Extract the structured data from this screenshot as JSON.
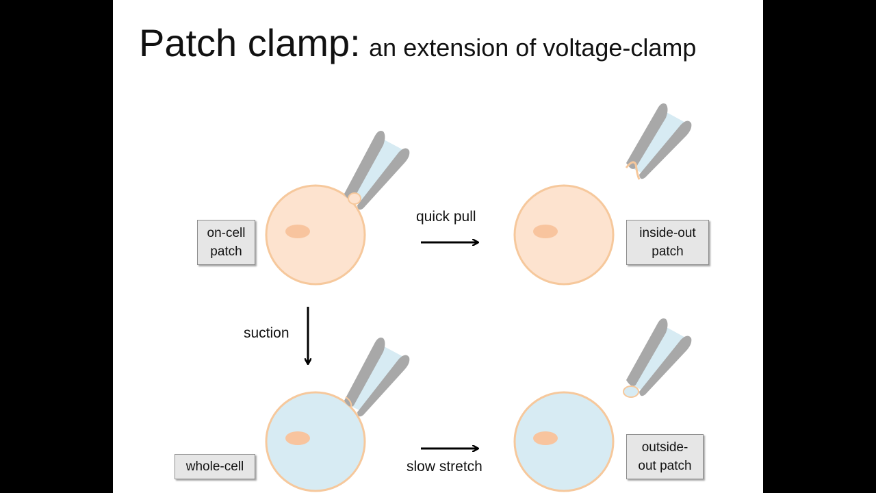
{
  "title": {
    "main": "Patch clamp:",
    "sub": "an extension of voltage-clamp"
  },
  "labels": {
    "on_cell": [
      "on-cell",
      "patch"
    ],
    "inside_out": [
      "inside-out",
      "patch"
    ],
    "whole_cell": "whole-cell",
    "outside_out": [
      "outside-",
      "out patch"
    ]
  },
  "arrows": {
    "quick_pull": "quick pull",
    "suction": "suction",
    "slow_stretch": "slow stretch"
  },
  "colors": {
    "cell_fill_orange": "#fde3cf",
    "cell_fill_blue": "#d7ebf3",
    "cell_outline": "#f6c89c",
    "nucleus": "#f8c49e",
    "pipette_glass": "#a8a8a8",
    "pipette_solution": "#d7ebf3"
  }
}
